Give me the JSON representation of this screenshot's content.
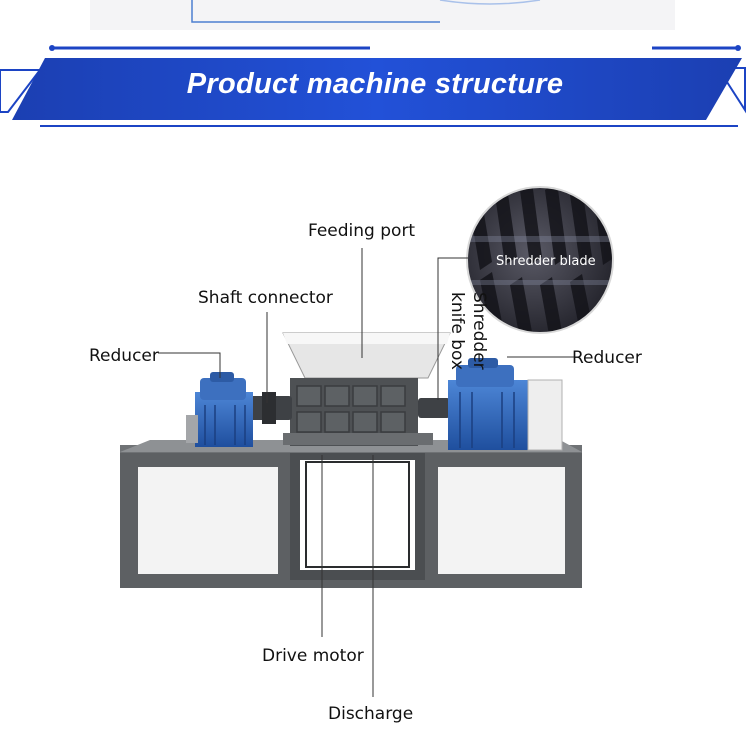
{
  "banner": {
    "title": "Product machine structure"
  },
  "labels": {
    "feeding_port": "Feeding port",
    "shaft_connector": "Shaft connector",
    "reducer_left": "Reducer",
    "reducer_right": "Reducer",
    "shredder_knife_box_line1": "Shredder",
    "shredder_knife_box_line2": "knife box",
    "shredder_blade": "Shredder blade",
    "drive_motor": "Drive motor",
    "discharge": "Discharge"
  },
  "colors": {
    "banner_blue": "#1c44c4",
    "banner_dark": "#143598",
    "reducer_blue": "#2f64b8",
    "frame_gray": "#5d6063",
    "panel_white": "#f3f3f3"
  }
}
